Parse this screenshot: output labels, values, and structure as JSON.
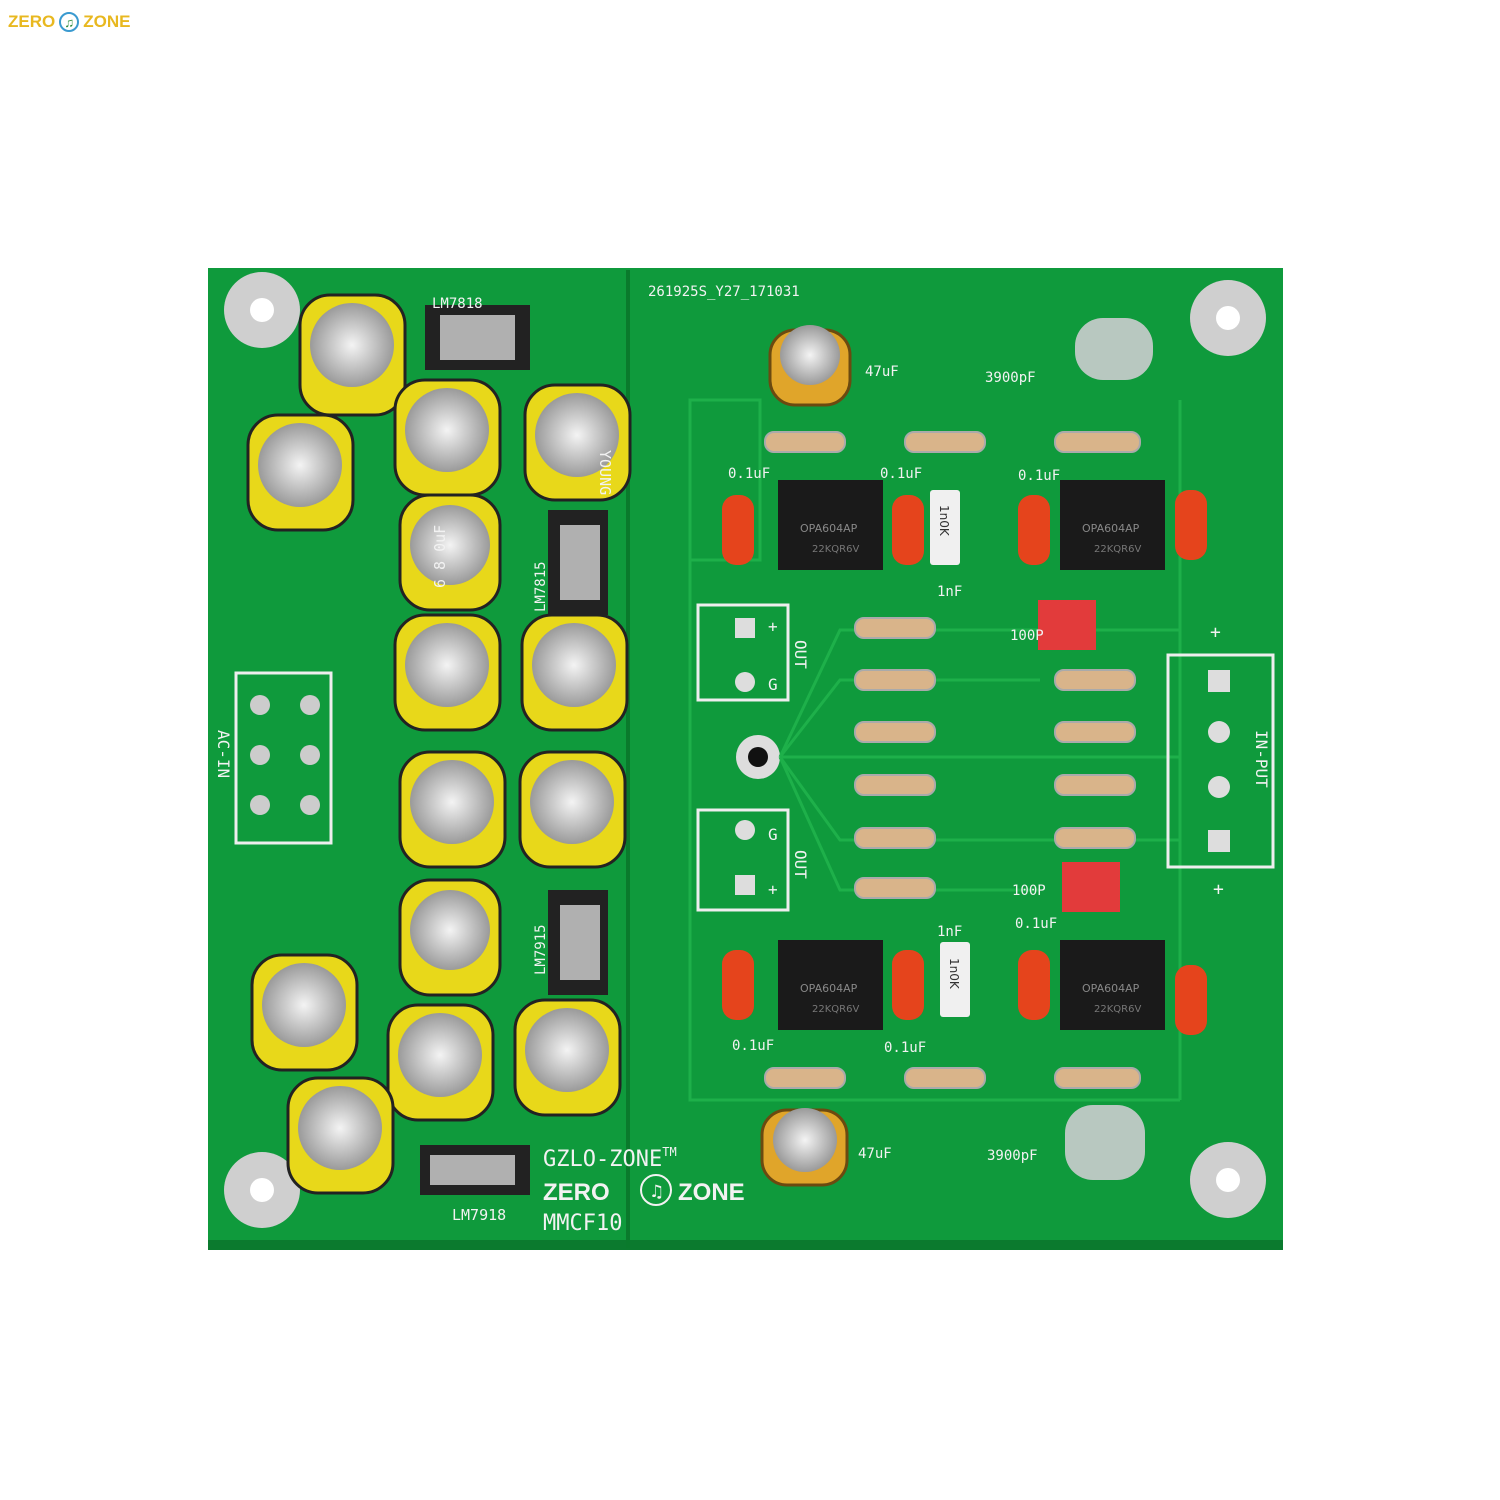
{
  "watermark": {
    "left": "ZERO",
    "right": "ZONE",
    "icon": "music-note-icon"
  },
  "board": {
    "color": "#0f9a3c",
    "serial": "261925S_Y27_171031",
    "brand_line1": "GZLO-ZONE",
    "brand_tm": "TM",
    "brand_left": "ZERO",
    "brand_right": "ZONE",
    "model": "MMCF10",
    "regulators": [
      "LM7818",
      "LM7815",
      "LM7915",
      "LM7918"
    ],
    "ac_in": "AC-IN",
    "input": "IN-PUT",
    "out": "OUT",
    "ground": "G",
    "plus": "+",
    "cap_47": "47uF",
    "cap_3900": "3900pF",
    "cap_01": "0.1uF",
    "cap_1n": "1nF",
    "cap_100p": "100P",
    "resistor_1n0k": "1n0K",
    "opamp": "OPA604AP",
    "opamp_code": "22KQR6V",
    "big_cap": "6 8 0uF",
    "cap_brand": "YOUNG"
  }
}
